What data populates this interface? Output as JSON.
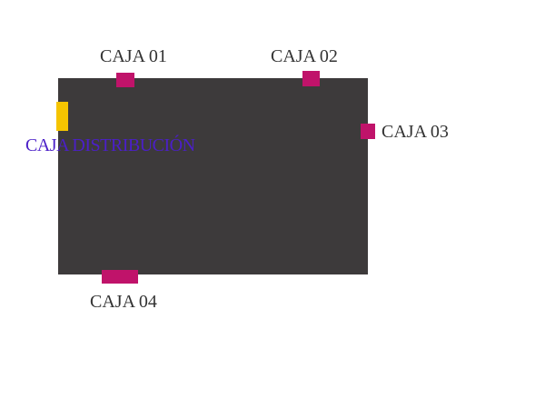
{
  "labels": {
    "caja01": "CAJA 01",
    "caja02": "CAJA 02",
    "caja03": "CAJA 03",
    "caja04": "CAJA 04",
    "distribucion": "CAJA DISTRIBUCIÓN"
  },
  "colors": {
    "area": "#3d3a3b",
    "box": "#c0136a",
    "distribution_box": "#f5c400",
    "distribution_label": "#4b1fc8"
  }
}
